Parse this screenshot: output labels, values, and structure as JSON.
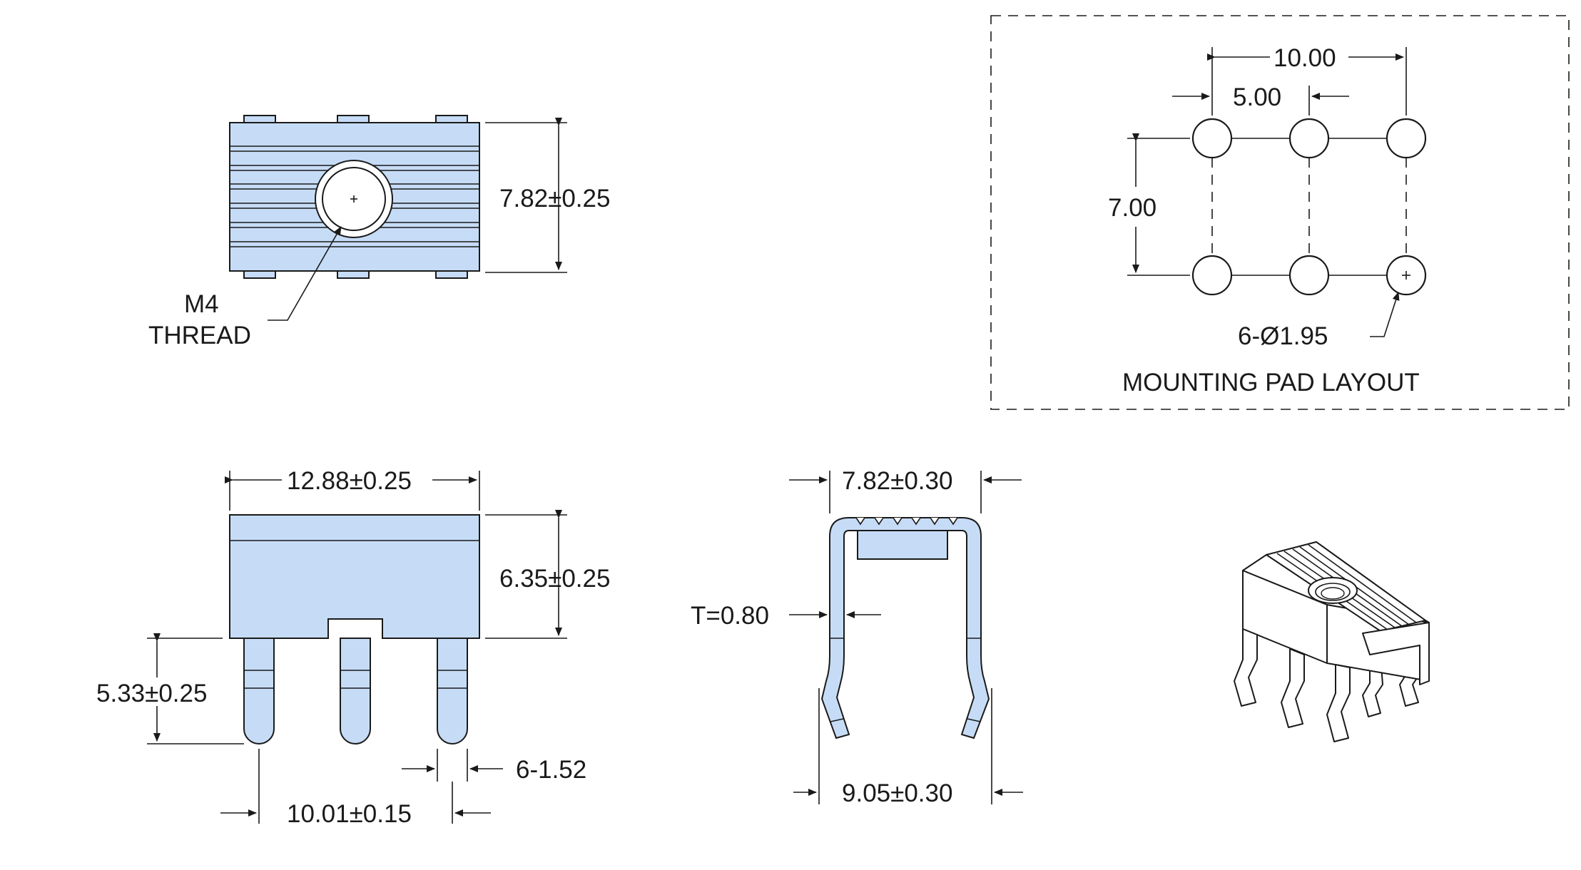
{
  "top_view": {
    "height_dim": "7.82±0.25",
    "thread_label_line1": "M4",
    "thread_label_line2": "THREAD"
  },
  "pad_layout": {
    "title": "MOUNTING PAD LAYOUT",
    "pitch_total": "10.00",
    "pitch": "5.00",
    "row_spacing": "7.00",
    "hole_callout": "6-Ø1.95"
  },
  "front_view": {
    "width_dim": "12.88±0.25",
    "body_height_dim": "6.35±0.25",
    "pin_length_dim": "5.33±0.25",
    "pin_width_dim": "6-1.52",
    "pin_span_dim": "10.01±0.15"
  },
  "side_view": {
    "top_width_dim": "7.82±0.30",
    "thickness_dim": "T=0.80",
    "bottom_width_dim": "9.05±0.30"
  },
  "colors": {
    "part_fill": "#c6dcf6",
    "line": "#1a1a1a",
    "background": "#ffffff"
  }
}
